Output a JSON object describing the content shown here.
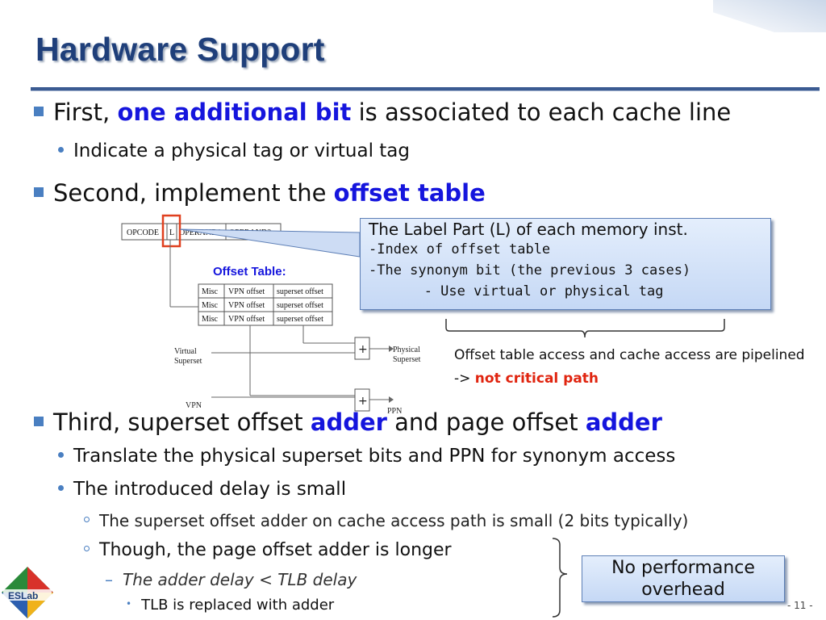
{
  "slide": {
    "title": "Hardware Support",
    "page_number": "- 11 -",
    "logo_text": "ESLab"
  },
  "bullets": {
    "b1": {
      "pre": "First, ",
      "em": "one additional bit",
      "post": " is associated to each cache line"
    },
    "b1_sub": "Indicate a physical tag or virtual tag",
    "b2": {
      "pre": "Second, implement the ",
      "em": "offset table"
    },
    "b3": {
      "pre": "Third, superset offset ",
      "em1": "adder",
      "mid": " and page offset ",
      "em2": "adder"
    },
    "b3_sub1": "Translate the physical superset bits and PPN for synonym access",
    "b3_sub2": "The introduced delay is small",
    "b3_sub2_a": "The superset offset adder on cache access path is small (2 bits typically)",
    "b3_sub2_b": "Though, the  page offset adder is longer",
    "b3_sub2_b_i": "The adder delay < TLB delay",
    "b3_sub2_b_i_x": "TLB is replaced with adder"
  },
  "callout": {
    "heading": "The Label Part (L) of each memory inst.",
    "rows": [
      "-Index of offset table",
      "-The synonym bit (the previous 3 cases)",
      "   - Use virtual or physical tag"
    ]
  },
  "note": {
    "text": "Offset table access and cache access are pipelined -> ",
    "em": "not critical path"
  },
  "performance_box": "No performance overhead",
  "diagram": {
    "instr_fields": [
      "OPCODE",
      "L",
      "OPERAND1",
      "OPERAND2"
    ],
    "table_title": "Offset Table:",
    "table_rows": [
      [
        "Misc",
        "VPN offset",
        "superset offset"
      ],
      [
        "Misc",
        "VPN offset",
        "superset offset"
      ],
      [
        "Misc",
        "VPN offset",
        "superset offset"
      ]
    ],
    "adder_symbol": "+",
    "labels": {
      "virtual_superset_1": "Virtual",
      "virtual_superset_2": "Superset",
      "physical_superset_1": "Physical",
      "physical_superset_2": "Superset",
      "vpn": "VPN",
      "ppn": "PPN"
    }
  },
  "colors": {
    "title": "#1f3f7a",
    "accent": "#4a7fc1",
    "highlight_blue": "#1515dd",
    "highlight_red": "#e0240f",
    "marker": "#e0401f"
  }
}
